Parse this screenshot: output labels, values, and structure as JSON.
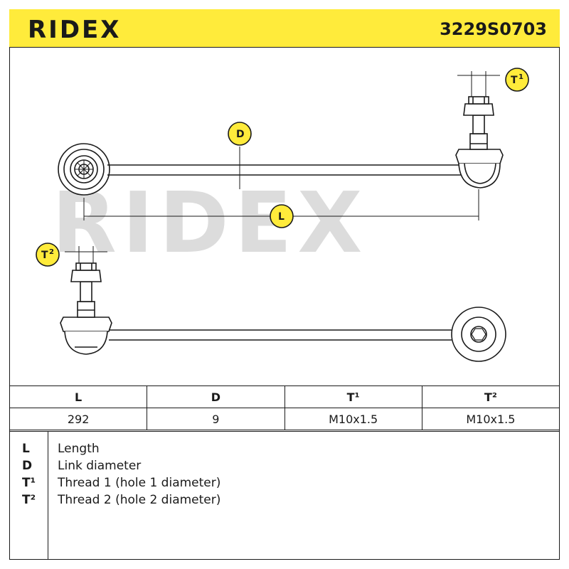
{
  "header": {
    "brand": "RIDEX",
    "part_number": "3229S0703"
  },
  "drawing": {
    "watermark": "RIDEX",
    "labels": {
      "t1_base": "T",
      "t1_sup": "1",
      "d": "D",
      "l": "L",
      "t2_base": "T",
      "t2_sup": "2"
    },
    "colors": {
      "badge": "#ffeb3b",
      "line": "#1a1a1a",
      "watermark": "#dcdcdc"
    }
  },
  "specs": {
    "headers": [
      "L",
      "D",
      "T¹",
      "T²"
    ],
    "values": [
      "292",
      "9",
      "M10x1.5",
      "M10x1.5"
    ]
  },
  "legend": [
    {
      "symbol": "L",
      "description": "Length"
    },
    {
      "symbol": "D",
      "description": "Link diameter"
    },
    {
      "symbol": "T¹",
      "description": "Thread 1 (hole 1 diameter)"
    },
    {
      "symbol": "T²",
      "description": "Thread 2 (hole 2 diameter)"
    }
  ]
}
